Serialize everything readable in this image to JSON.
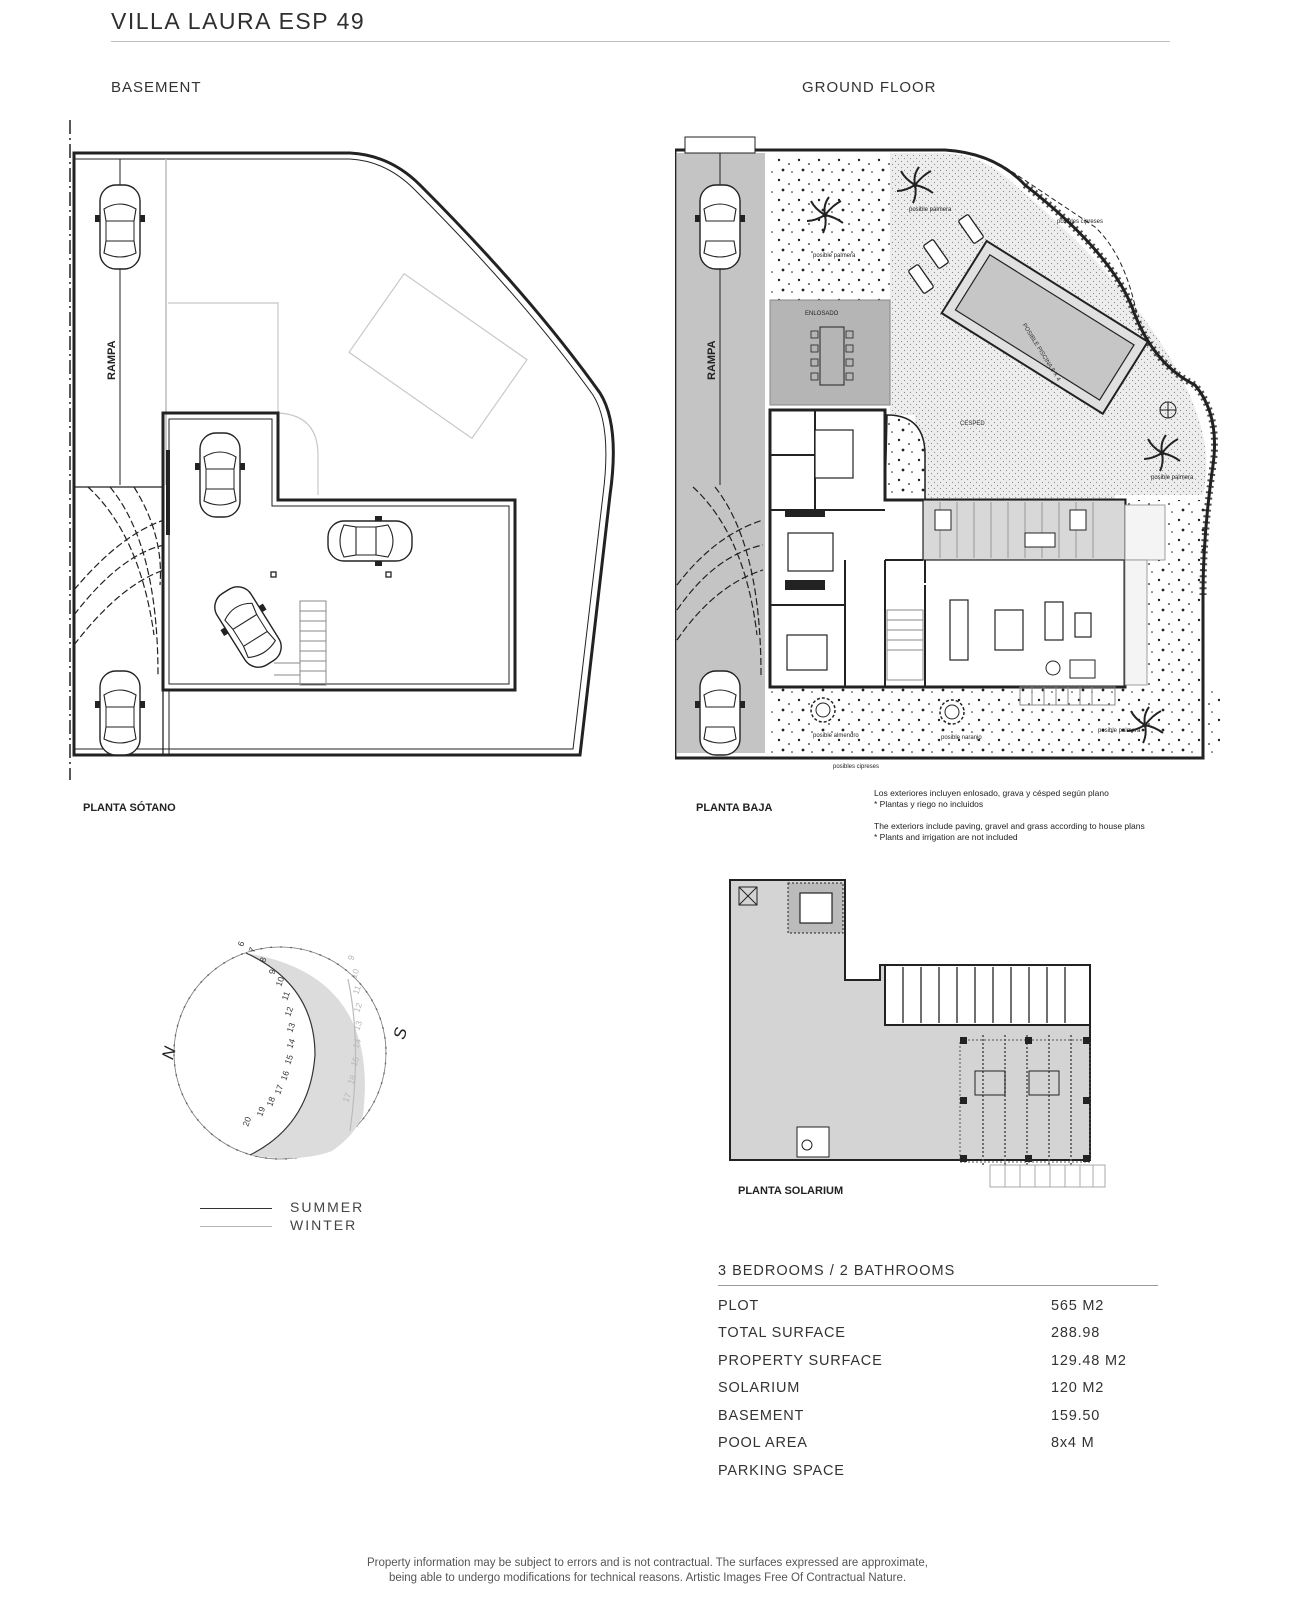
{
  "title": "VILLA LAURA ESP 49",
  "sections": {
    "basement": "BASEMENT",
    "ground_floor": "GROUND FLOOR"
  },
  "plans": {
    "basement_label": "PLANTA SÓTANO",
    "ground_label": "PLANTA BAJA",
    "solarium_label": "PLANTA SOLARIUM",
    "ramp_label": "RAMPA"
  },
  "ground_annotations": {
    "enlosado": "ENLOSADO",
    "posible_palmera": "posible palmera",
    "posibles_cipreses": "posibles cipreses",
    "posible_naranjo": "posible naranjo",
    "posible_almendro": "posible almendro",
    "cesped": "CESPED",
    "posible_piscina": "POSIBLE PISCINA 8 X 4"
  },
  "notes": {
    "es_1": "Los exteriores incluyen enlosado, grava y césped según plano",
    "es_2": "* Plantas y riego no incluidos",
    "en_1": "The exteriors include paving, gravel and grass according to house plans",
    "en_2": "* Plants and irrigation are not included"
  },
  "sun_diagram": {
    "north": "N",
    "south": "S",
    "summer_hours": [
      "6",
      "7",
      "8",
      "9",
      "10",
      "11",
      "12",
      "13",
      "14",
      "15",
      "16",
      "17",
      "18",
      "19",
      "20"
    ],
    "winter_hours": [
      "9",
      "10",
      "11",
      "12",
      "13",
      "14",
      "15",
      "16",
      "17"
    ]
  },
  "legend": {
    "summer": "SUMMER",
    "winter": "WINTER",
    "summer_color": "#333333",
    "winter_color": "#b5b5b5"
  },
  "specs": {
    "heading": "3 BEDROOMS / 2 BATHROOMS",
    "rows": [
      {
        "label": "PLOT",
        "value": "565 M2"
      },
      {
        "label": "TOTAL SURFACE",
        "value": "288.98"
      },
      {
        "label": "PROPERTY SURFACE",
        "value": "129.48 M2"
      },
      {
        "label": "SOLARIUM",
        "value": "120 M2"
      },
      {
        "label": "BASEMENT",
        "value": "159.50"
      },
      {
        "label": "POOL AREA",
        "value": "8x4 M"
      },
      {
        "label": "PARKING SPACE",
        "value": ""
      }
    ]
  },
  "footer": {
    "line1": "Property information may be subject to errors and is not contractual. The surfaces expressed are approximate,",
    "line2": "being able to undergo modifications for technical reasons. Artistic Images Free Of Contractual Nature."
  }
}
